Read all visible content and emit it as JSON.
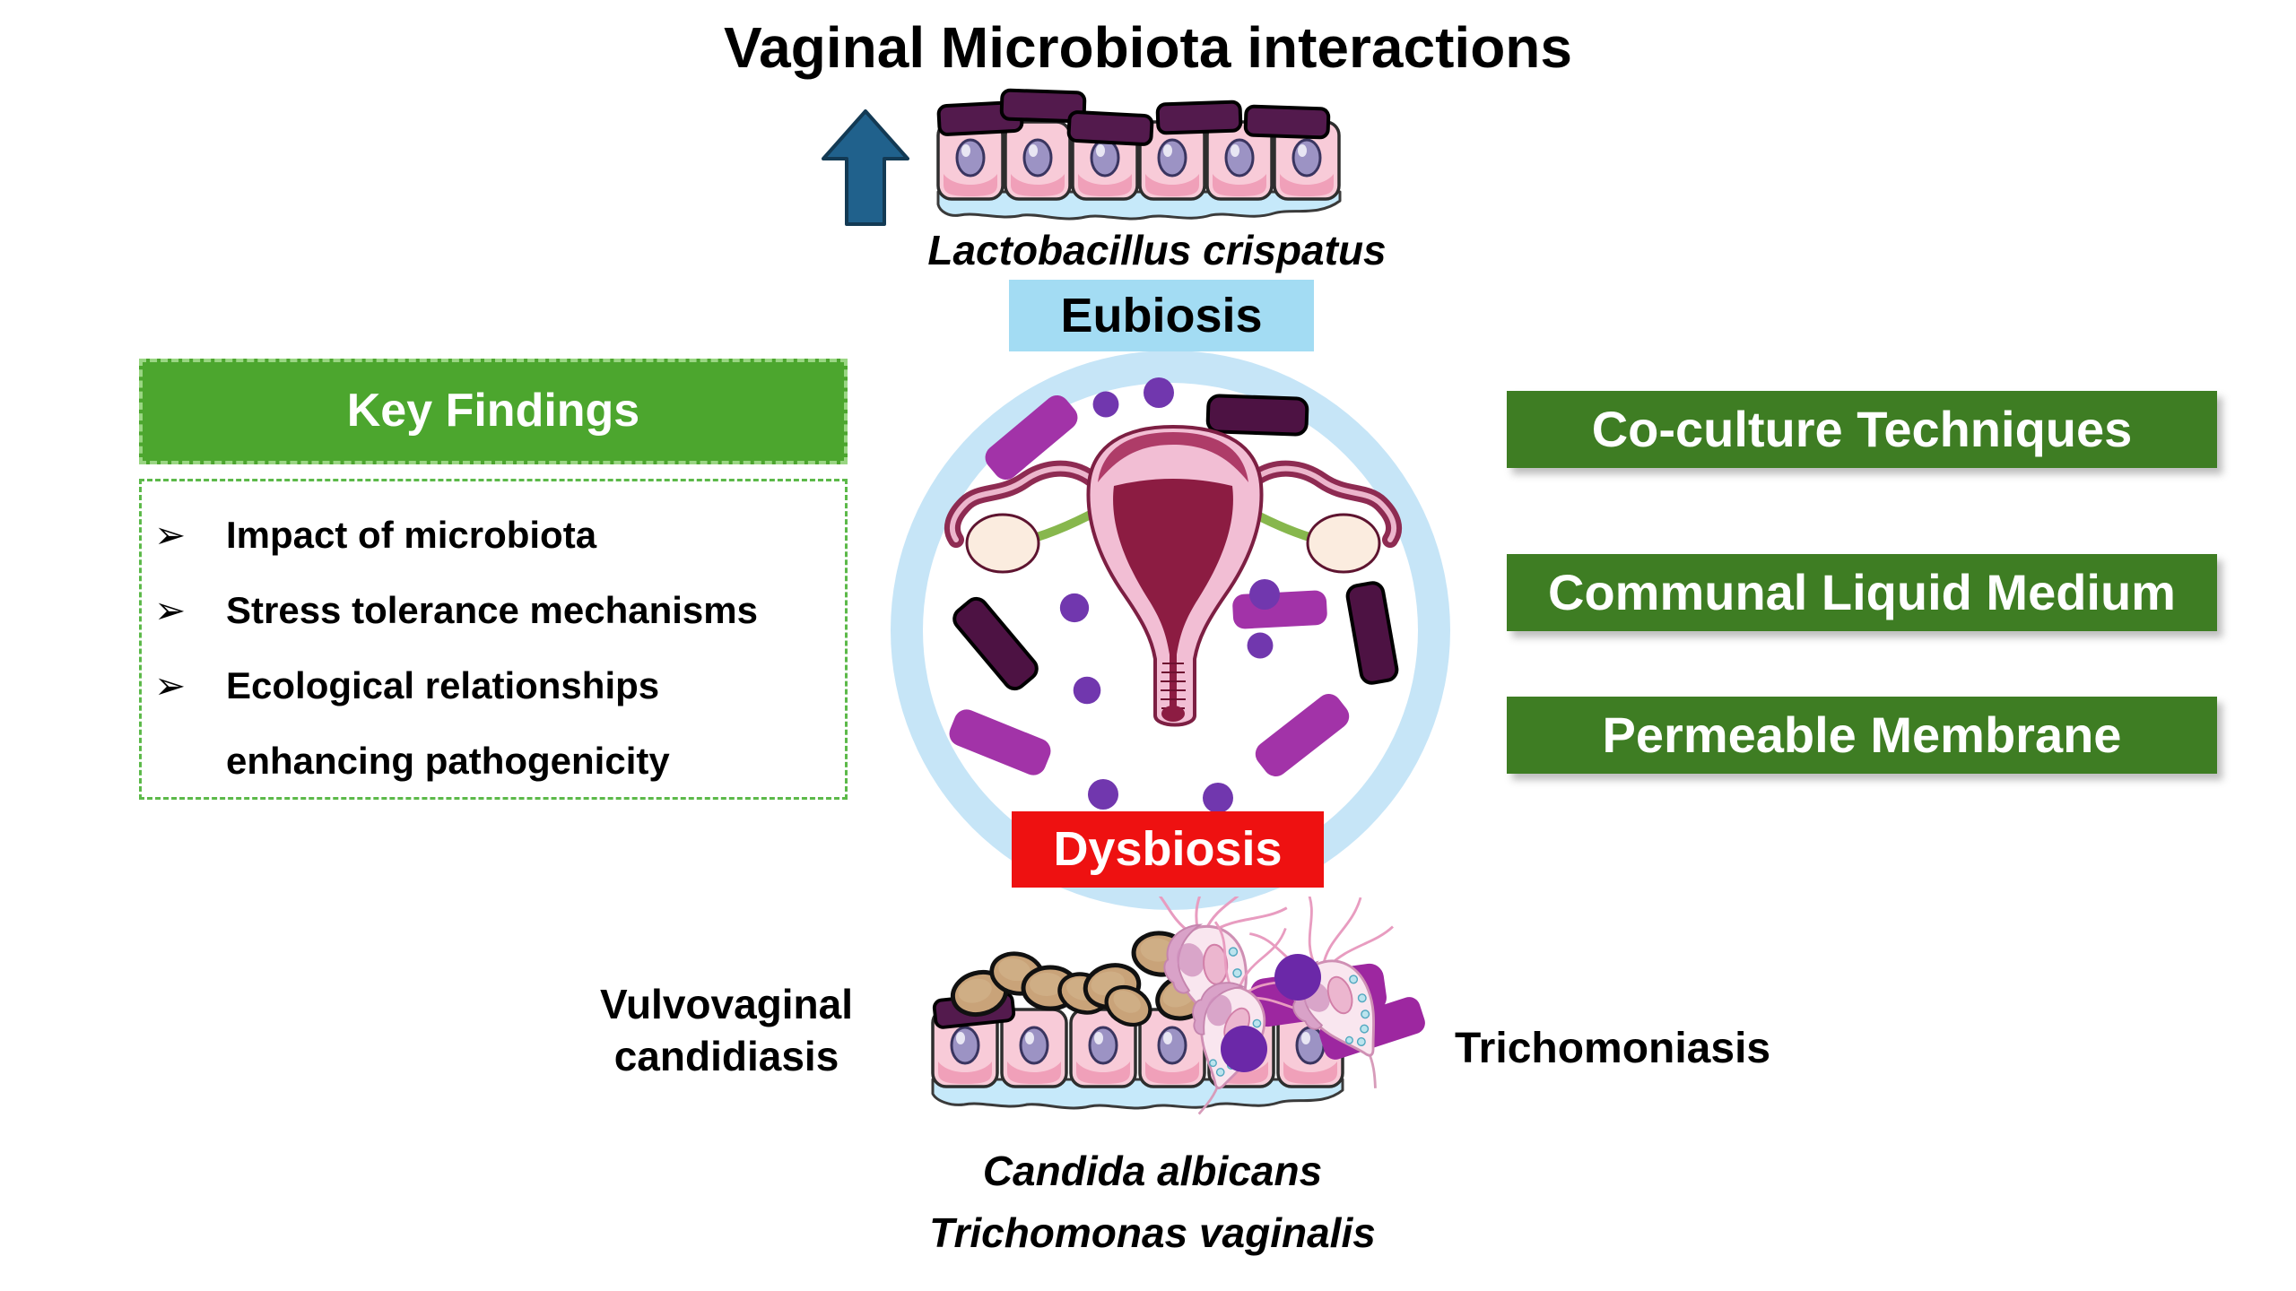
{
  "title": "Vaginal Microbiota interactions",
  "eubiosis": {
    "state_label": "Eubiosis",
    "species": "Lactobacillus crispatus"
  },
  "dysbiosis": {
    "state_label": "Dysbiosis",
    "disease_left": [
      "Vulvovaginal",
      "candidiasis"
    ],
    "disease_right": "Trichomoniasis",
    "species": [
      "Candida albicans",
      "Trichomonas vaginalis"
    ]
  },
  "key_findings": {
    "header": "Key Findings",
    "bullet_glyph": "➢",
    "items": [
      "Impact of microbiota",
      "Stress tolerance mechanisms",
      "Ecological relationships enhancing pathogenicity"
    ]
  },
  "methods": {
    "items": [
      "Co-culture Techniques",
      "Communal Liquid Medium",
      "Permeable Membrane"
    ]
  },
  "icons": {
    "up_arrow": "upward-block-arrow"
  },
  "colors": {
    "key_findings_green": "#4CA62E",
    "methods_green": "#3E7D23",
    "eubiosis_blue": "#A3DCF3",
    "dysbiosis_red": "#EE1111",
    "circle_ring_blue": "#C6E5F7",
    "arrow_teal": "#20618C",
    "lactobacillus_dark_purple": "#531A4D",
    "bacteria_magenta": "#A233A8",
    "bacteria_dot_purple": "#7137AE",
    "candida_tan": "#C9A379",
    "epithelium_pink": "#F8CBD8",
    "mucosa_blue": "#C6E9FA"
  }
}
